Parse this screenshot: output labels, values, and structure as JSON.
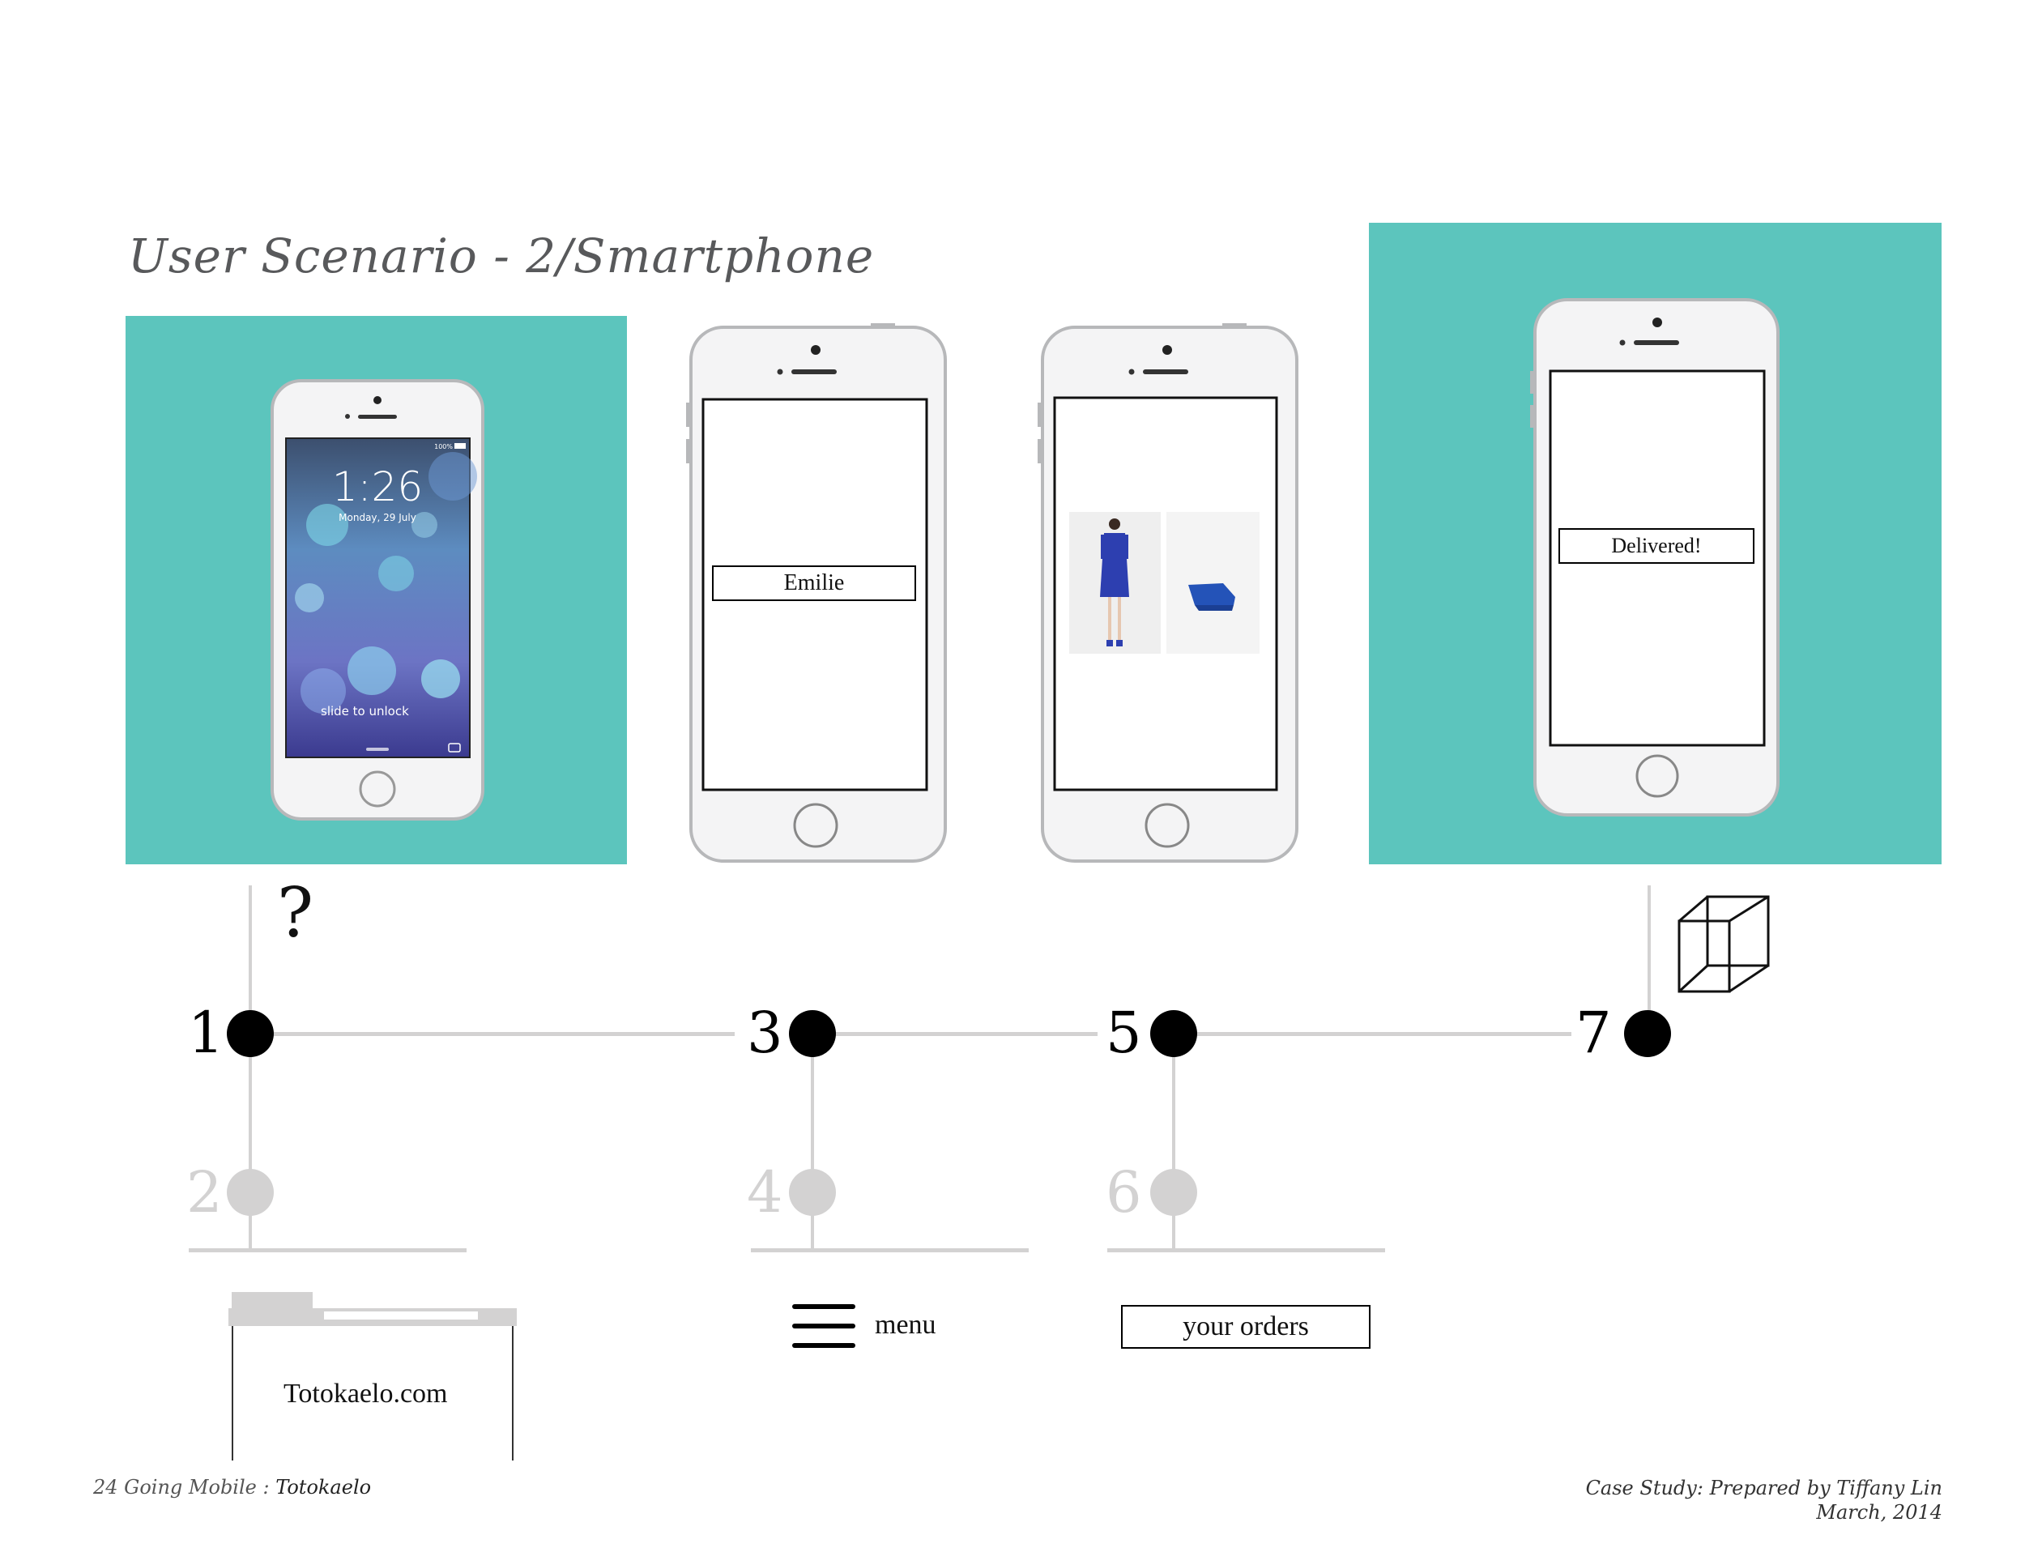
{
  "title": "User Scenario - 2/Smartphone",
  "colors": {
    "teal": "#5cc5bd",
    "active": "#000000",
    "muted": "#d3d2d2"
  },
  "screens": {
    "lock": {
      "time": "1:26",
      "date": "Monday, 29 July",
      "battery": "100%",
      "slide": "slide to unlock"
    },
    "welcome": {
      "name": "Emilie"
    },
    "products": {
      "items": [
        "blue-dress-photo",
        "blue-wedge-shoe-photo"
      ]
    },
    "delivery": {
      "status": "Delivered!"
    }
  },
  "steps": [
    {
      "num": "1",
      "state": "active"
    },
    {
      "num": "2",
      "state": "muted"
    },
    {
      "num": "3",
      "state": "active"
    },
    {
      "num": "4",
      "state": "muted"
    },
    {
      "num": "5",
      "state": "active"
    },
    {
      "num": "6",
      "state": "muted"
    },
    {
      "num": "7",
      "state": "active"
    }
  ],
  "annotations": {
    "question_mark": "?",
    "site": "Totokaelo.com",
    "menu": "menu",
    "orders": "your orders"
  },
  "footer": {
    "left_prefix": "24 Going Mobile : ",
    "left_brand": "Totokaelo",
    "right_line1": "Case Study: Prepared by Tiffany Lin",
    "right_line2": "March, 2014"
  }
}
